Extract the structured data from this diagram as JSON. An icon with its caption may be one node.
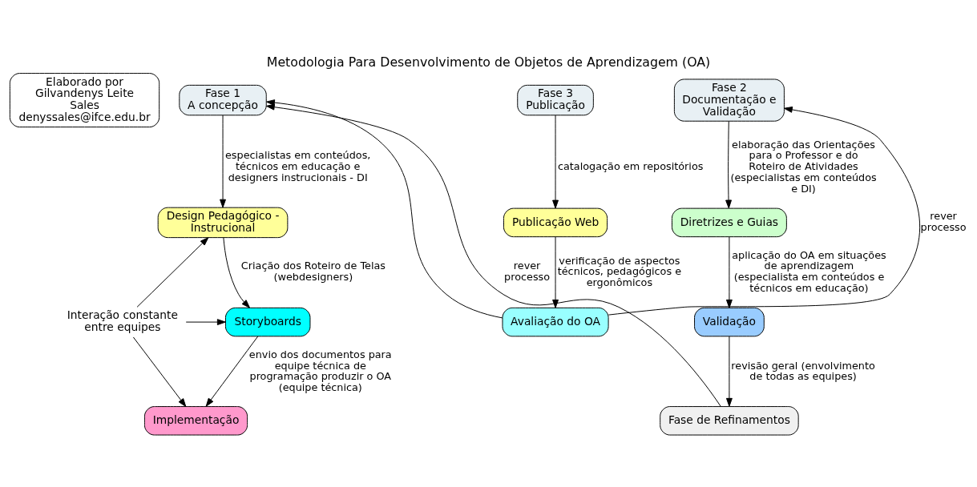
{
  "diagram": {
    "title": "Metodologia Para Desenvolvimento de Objetos de Aprendizagem (OA)",
    "nodes": [
      {
        "text": [
          "Elaborado por Gilvandenys Leite Sales denyssales@ifce.edu.br"
        ]
      },
      {
        "text": [
          "Fase 1",
          "A concepção"
        ]
      },
      {
        "text": [
          "Fase 2",
          "Documentação e Validação"
        ]
      },
      {
        "text": [
          "Fase 3",
          "Publicação"
        ]
      },
      {
        "text": [
          "Design Pedagógico - Instrucional"
        ]
      },
      {
        "text": [
          "Diretrizes e Guias"
        ]
      },
      {
        "text": [
          "Publicação Web"
        ]
      },
      {
        "text": [
          "Interação constante entre equipes"
        ]
      },
      {
        "text": [
          "Storyboards"
        ]
      },
      {
        "text": [
          "Validação"
        ]
      },
      {
        "text": [
          "Avaliação do OA"
        ]
      },
      {
        "text": [
          "Implementação"
        ]
      },
      {
        "text": [
          "Fase de Refinamentos"
        ]
      }
    ],
    "edges": [
      {
        "from": 1,
        "to": 4,
        "arrow": "to",
        "label": "especialistas em conteúdos, técnicos em educação e designers instrucionais - DI"
      },
      {
        "from": 4,
        "to": 8,
        "arrow": "to",
        "label": "Criação dos Roteiro de Telas (webdesigners)"
      },
      {
        "from": 8,
        "to": 11,
        "arrow": "to",
        "label": "envio dos documentos para equipe técnica de programação produzir o OA (equipe técnica)"
      },
      {
        "from": 2,
        "to": 5,
        "arrow": "to",
        "label": "elaboração das Orientações para o Professor e do Roteiro de Atividades (especialistas em conteúdos e DI)"
      },
      {
        "from": 5,
        "to": 9,
        "arrow": "to",
        "label": "aplicação do OA em situações de aprendizagem (especialista em conteúdos e técnicos em educação)"
      },
      {
        "from": 9,
        "to": 12,
        "arrow": "to",
        "label": "revisão geral (envolvimento de todas as equipes)"
      },
      {
        "from": 3,
        "to": 6,
        "arrow": "to",
        "label": "catalogação em repositórios"
      },
      {
        "from": 6,
        "to": 10,
        "arrow": "to",
        "label": "verificação de aspectos técnicos, pedagógicos e ergonômicos"
      },
      {
        "from": 12,
        "to": 1,
        "arrow": "to",
        "label": "rever processo"
      },
      {
        "from": 10,
        "to": 2,
        "arrow": "to",
        "label": "rever processo"
      },
      {
        "from": 10,
        "to": 1,
        "arrow": "to"
      },
      {
        "from": 7,
        "to": 4,
        "arrow": "to"
      },
      {
        "from": 7,
        "to": 8,
        "arrow": "to"
      },
      {
        "from": 7,
        "to": 11,
        "arrow": "to"
      }
    ]
  }
}
